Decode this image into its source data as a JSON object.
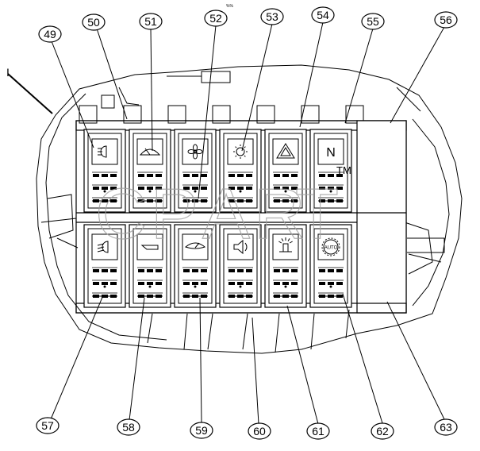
{
  "diagram": {
    "top_small_text": "%%",
    "trademark": "TM",
    "watermark_letters": [
      "C",
      "P",
      "A",
      "R",
      "T",
      "S"
    ]
  },
  "callouts": {
    "c1": "I",
    "c49": "49",
    "c50": "50",
    "c51": "51",
    "c52": "52",
    "c53": "53",
    "c54": "54",
    "c55": "55",
    "c56": "56",
    "c57": "57",
    "c58": "58",
    "c59": "59",
    "c60": "60",
    "c61": "61",
    "c62": "62",
    "c63": "63"
  },
  "switches": {
    "top": [
      {
        "id": "50",
        "icon": "headlight-icon"
      },
      {
        "id": "51",
        "icon": "wiper-icon"
      },
      {
        "id": "52",
        "icon": "fan-icon"
      },
      {
        "id": "53",
        "icon": "sun-icon"
      },
      {
        "id": "54",
        "icon": "hazard-triangle-icon",
        "glyph": "!"
      },
      {
        "id": "55",
        "icon": "neutral-icon",
        "glyph": "N"
      }
    ],
    "bottom": [
      {
        "id": "57",
        "icon": "low-beam-icon"
      },
      {
        "id": "58",
        "icon": "window-icon"
      },
      {
        "id": "59",
        "icon": "rear-wiper-icon"
      },
      {
        "id": "60",
        "icon": "horn-icon"
      },
      {
        "id": "61",
        "icon": "beacon-icon"
      },
      {
        "id": "62",
        "icon": "auto-mode-icon",
        "glyph": "AUTO"
      }
    ]
  }
}
